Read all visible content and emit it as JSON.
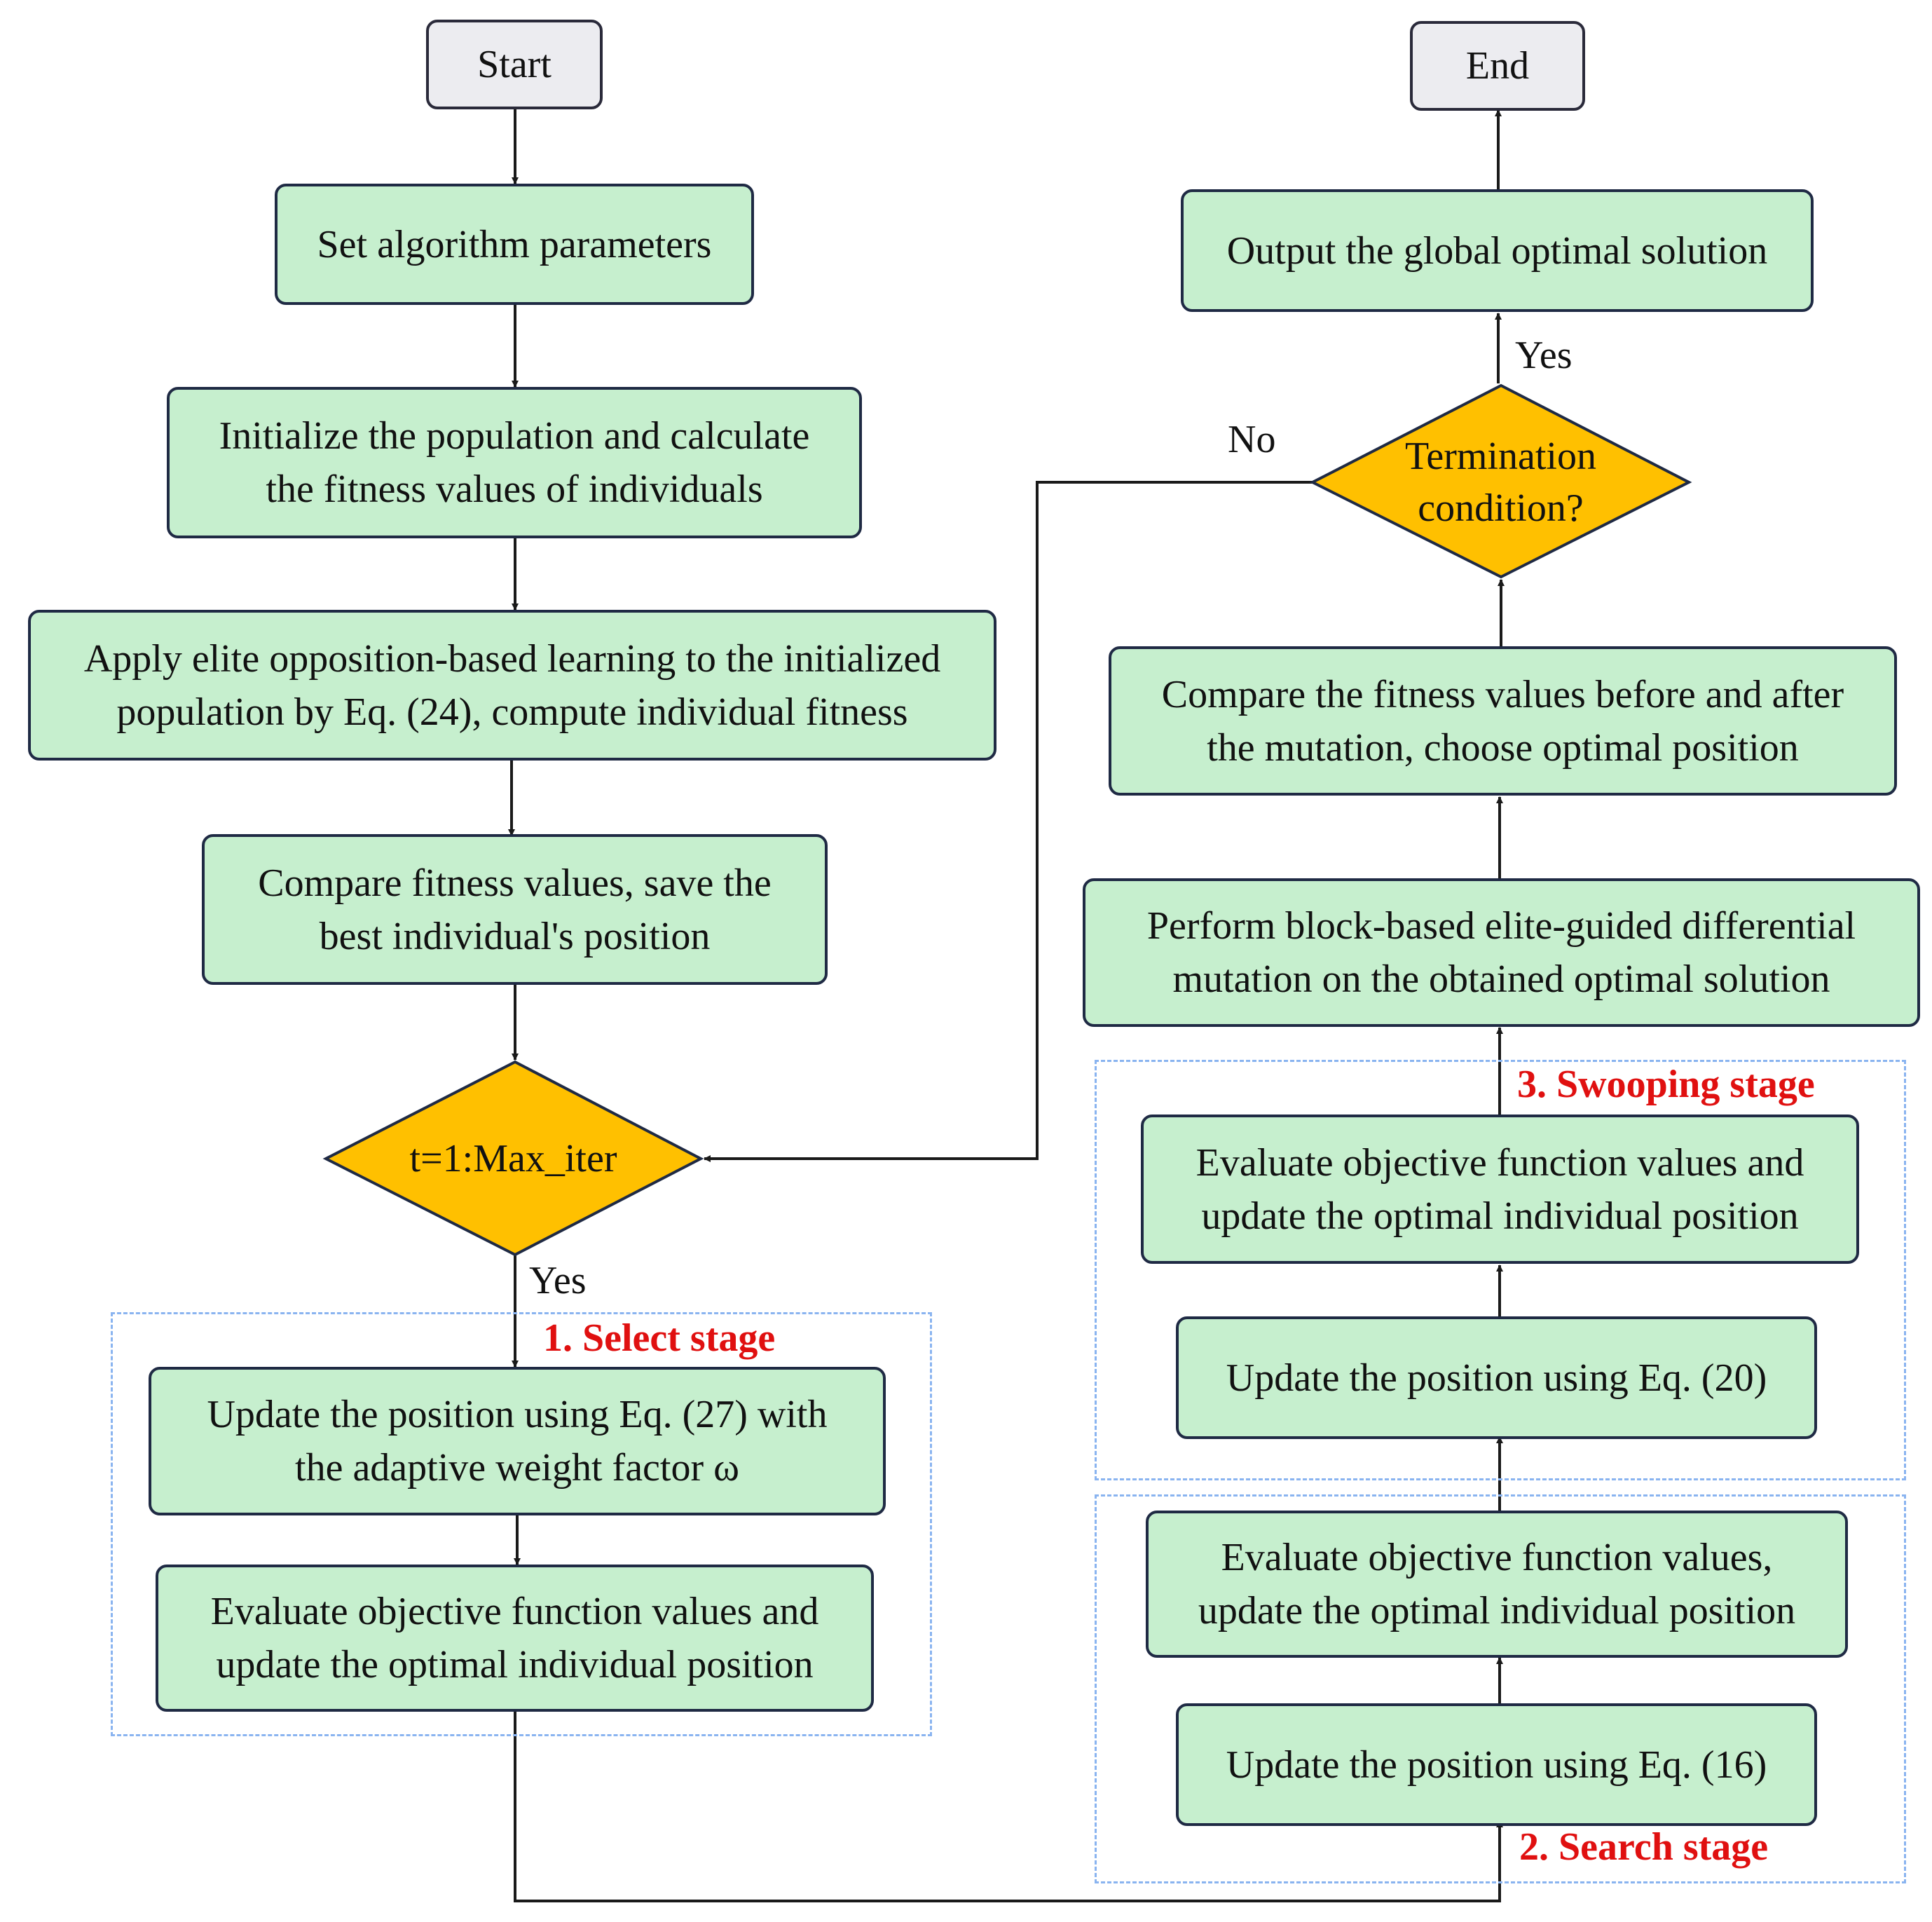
{
  "terminals": {
    "start": "Start",
    "end": "End"
  },
  "left_steps": {
    "set_params": "Set algorithm parameters",
    "init_population": [
      "Initialize the population and calculate",
      "the fitness values of individuals"
    ],
    "elite_obl": [
      "Apply elite opposition-based learning to the initialized",
      "population by Eq. (24), compute individual fitness"
    ],
    "compare_fitness": [
      "Compare fitness values, save the",
      "best individual's position"
    ],
    "select_update": [
      "Update the position using Eq. (27) with",
      "the adaptive weight factor ω"
    ],
    "select_evaluate": [
      "Evaluate objective function values and",
      "update the optimal individual position"
    ]
  },
  "right_steps": {
    "output": "Output the global optimal solution",
    "compare_mutation": [
      "Compare the fitness values before and after",
      "the mutation, choose optimal position"
    ],
    "block_mutation": [
      "Perform block-based elite-guided differential",
      "mutation on the obtained optimal solution"
    ],
    "swoop_evaluate": [
      "Evaluate objective function values and",
      "update the optimal individual position"
    ],
    "swoop_update": "Update the position using Eq. (20)",
    "search_evaluate": [
      "Evaluate objective function values,",
      "update the optimal individual position"
    ],
    "search_update": "Update the position using Eq. (16)"
  },
  "decisions": {
    "loop": "t=1:Max_iter",
    "termination": [
      "Termination",
      "condition?"
    ]
  },
  "edge_labels": {
    "loop_yes": "Yes",
    "term_yes": "Yes",
    "term_no": "No"
  },
  "stages": {
    "select": "1. Select stage",
    "search": "2. Search stage",
    "swooping": "3. Swooping stage"
  },
  "colors": {
    "process_fill": "#c6efce",
    "decision_fill": "#ffc000",
    "terminal_fill": "#ececf0",
    "stage_label": "#e01010",
    "stage_border": "#8ab4f0"
  }
}
